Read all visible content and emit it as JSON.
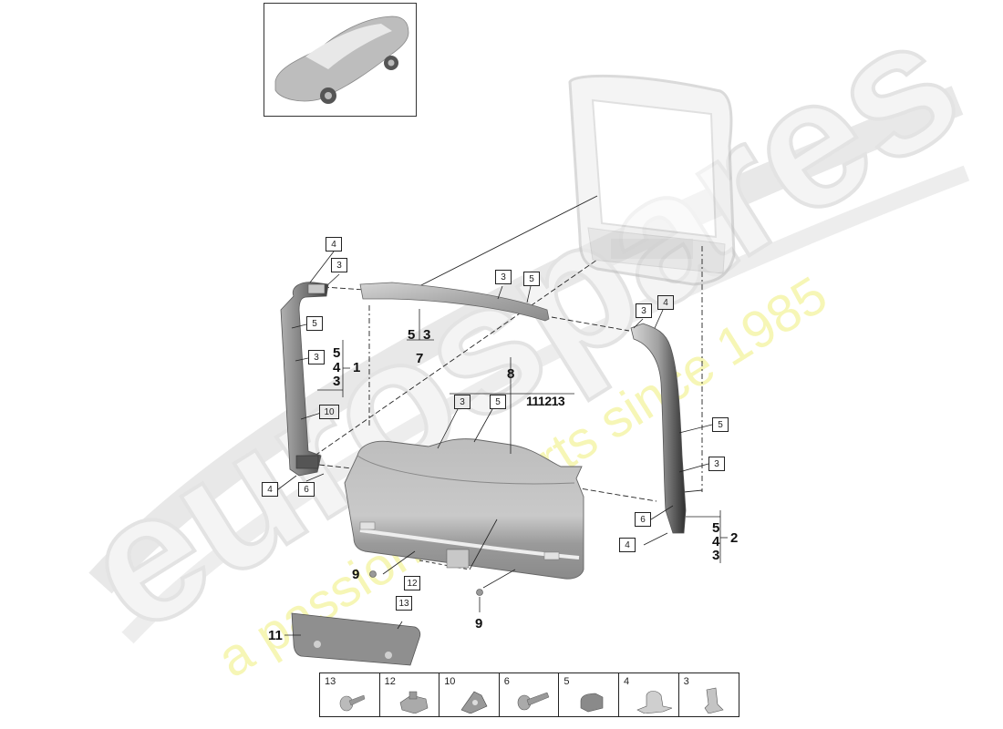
{
  "watermark": {
    "brand_text": "eurospares",
    "tagline": "a passion for parts since 1985",
    "brand_color": "#d8d8d8",
    "tagline_color": "#f2f28a"
  },
  "thumbnail": {
    "icon": "car-overview-icon",
    "label": "vehicle-overview"
  },
  "callouts": {
    "left_pillar_top_4": "4",
    "left_pillar_top_3": "3",
    "left_pillar_5": "5",
    "left_pillar_3": "3",
    "left_pillar_10": "10",
    "left_pillar_bottom_4": "4",
    "left_pillar_bottom_6": "6",
    "top_rail_3": "3",
    "top_rail_5": "5",
    "right_pillar_top_3": "3",
    "right_pillar_top_4": "4",
    "right_pillar_5": "5",
    "right_pillar_3": "3",
    "right_pillar_bottom_6": "6",
    "right_pillar_bottom_4": "4",
    "panel_3": "3",
    "panel_5": "5",
    "bottom_12": "12",
    "bottom_13": "13"
  },
  "part_numbers": {
    "group1": {
      "items": [
        "5",
        "4",
        "3"
      ],
      "label": "1"
    },
    "group2": {
      "items": [
        "5",
        "4",
        "3"
      ],
      "label": "2"
    },
    "group7": {
      "items": [
        "5",
        "3"
      ],
      "label": "7"
    },
    "group8": {
      "label": "8",
      "extra": "111213"
    },
    "screw9_left": "9",
    "screw9_bottom": "9",
    "cover11": "11"
  },
  "legend": {
    "items": [
      {
        "num": "13",
        "icon": "screw-washer-icon"
      },
      {
        "num": "12",
        "icon": "clip-bracket-icon"
      },
      {
        "num": "10",
        "icon": "retainer-clip-icon"
      },
      {
        "num": "6",
        "icon": "bolt-icon"
      },
      {
        "num": "5",
        "icon": "damper-pad-icon"
      },
      {
        "num": "4",
        "icon": "spring-clip-icon"
      },
      {
        "num": "3",
        "icon": "fir-tree-clip-icon"
      }
    ]
  }
}
